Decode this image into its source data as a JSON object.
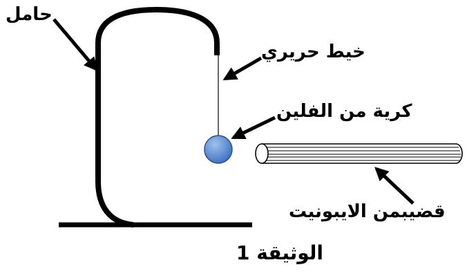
{
  "labels": {
    "holder": "حامل",
    "silk_thread": "خيط حريري",
    "cork_ball": "كرية من الفلين",
    "ebonite_rod": "قضيبمن الايبونيت",
    "document_title": "الوثيقة 1"
  },
  "colors": {
    "ink": "#000000",
    "ball_fill": "#3f73c0",
    "ball_highlight": "#9fc1ee",
    "ball_stroke": "#2b4f8a"
  }
}
